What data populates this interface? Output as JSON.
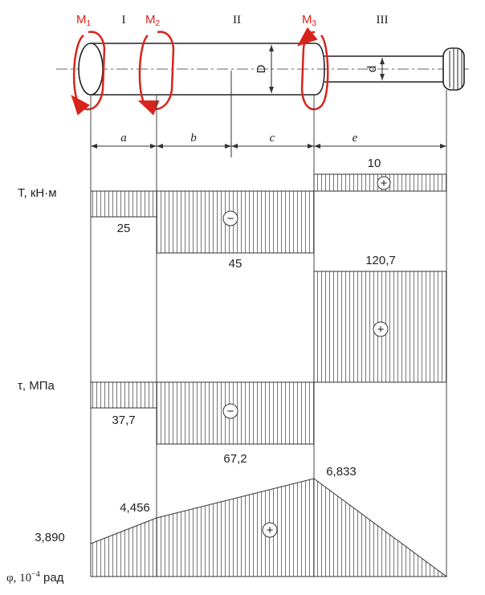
{
  "moments": {
    "m1": "M",
    "m1_sub": "1",
    "m2": "M",
    "m2_sub": "2",
    "m3": "M",
    "m3_sub": "3"
  },
  "sections": {
    "s1": "I",
    "s2": "II",
    "s3": "III"
  },
  "dims": {
    "D": "D",
    "d": "d",
    "a": "a",
    "b": "b",
    "c": "c",
    "e": "e"
  },
  "plots": {
    "torque": {
      "axis_label": "T, кН·м",
      "values": [
        "10",
        "25",
        "45"
      ]
    },
    "stress": {
      "axis_label": "τ, МПа",
      "values": [
        "37,7",
        "67,2",
        "120,7"
      ]
    },
    "angle": {
      "axis_label_sym": "φ, ",
      "axis_label_unit": "10",
      "axis_label_exp": "−4",
      "axis_label_tail": " рад",
      "values": [
        "3,890",
        "4,456",
        "6,833"
      ]
    }
  },
  "signs": {
    "plus": "+",
    "minus": "−"
  },
  "colors": {
    "accent": "#d8231c",
    "line": "#333333"
  }
}
